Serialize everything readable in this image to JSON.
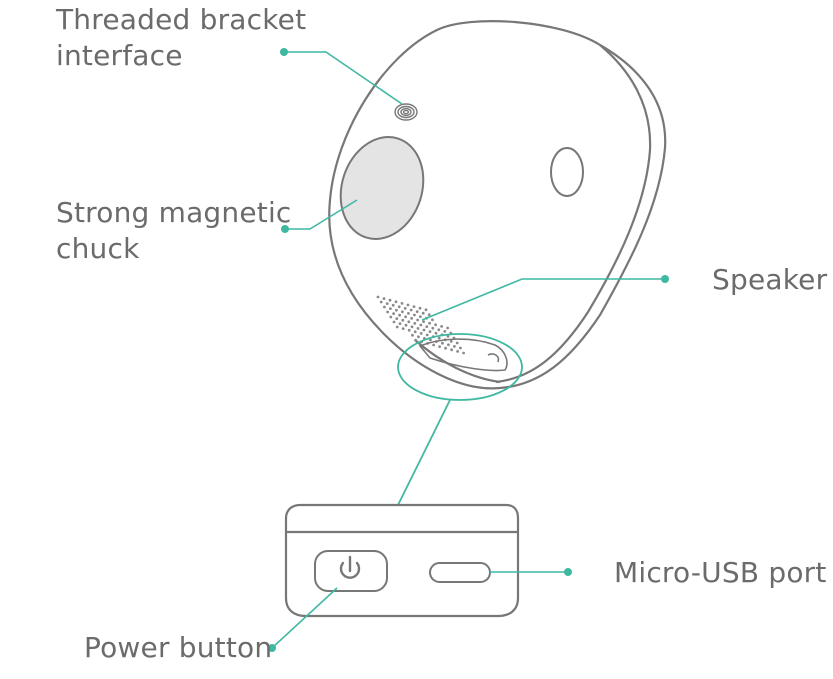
{
  "labels": {
    "threaded_bracket": {
      "line1": "Threaded bracket",
      "line2": "interface"
    },
    "magnetic_chuck": {
      "line1": "Strong magnetic",
      "line2": "chuck"
    },
    "speaker": "Speaker",
    "micro_usb": "Micro-USB port",
    "power_button": "Power button"
  },
  "colors": {
    "outline": "#777777",
    "callout": "#3fb8a1",
    "label_text": "#6b6b6b",
    "chuck_fill": "#e4e4e4",
    "background": "#ffffff"
  },
  "icons": {
    "power": "power-icon"
  }
}
